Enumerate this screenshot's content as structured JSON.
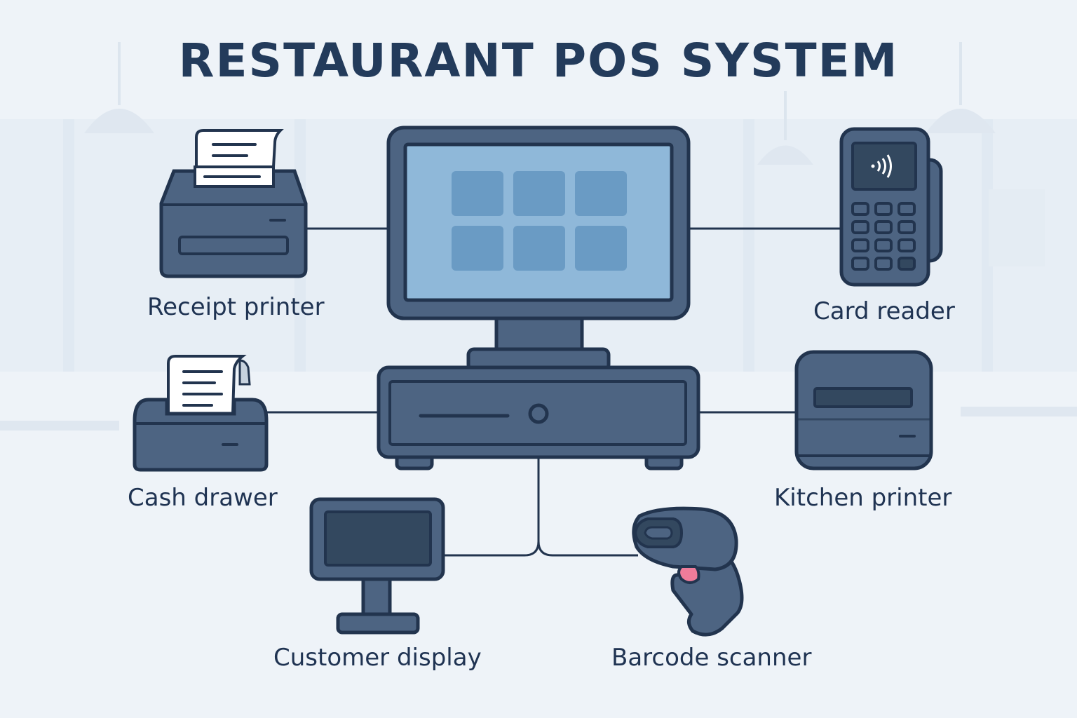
{
  "title": "RESTAURANT POS SYSTEM",
  "colors": {
    "background": "#eef3f8",
    "device_body": "#4d6482",
    "outline": "#22344e",
    "screen": "#8fb8d9",
    "screen_tile": "#6a9bc4",
    "paper": "#ffffff",
    "scanner_trigger": "#ef7c9a"
  },
  "hub": {
    "name": "POS terminal",
    "icon": "pos-terminal-icon"
  },
  "devices": [
    {
      "id": "receipt-printer",
      "label": "Receipt printer",
      "icon": "receipt-printer-icon"
    },
    {
      "id": "card-reader",
      "label": "Card reader",
      "icon": "card-reader-icon"
    },
    {
      "id": "cash-drawer",
      "label": "Cash drawer",
      "icon": "cash-drawer-icon"
    },
    {
      "id": "kitchen-printer",
      "label": "Kitchen printer",
      "icon": "kitchen-printer-icon"
    },
    {
      "id": "customer-display",
      "label": "Customer display",
      "icon": "customer-display-icon"
    },
    {
      "id": "barcode-scanner",
      "label": "Barcode scanner",
      "icon": "barcode-scanner-icon"
    }
  ]
}
